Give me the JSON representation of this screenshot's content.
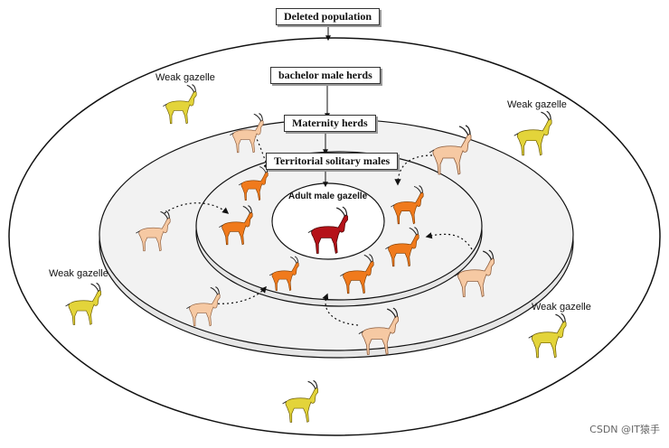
{
  "labels": {
    "deleted": "Deleted population",
    "bachelor": "bachelor male herds",
    "maternity": "Maternity herds",
    "territorial": "Territorial solitary males",
    "adult": "Adult male gazelle",
    "weak": "Weak gazelle"
  },
  "watermark": "CSDN @IT猿手",
  "colors": {
    "weak": "#e3d43a",
    "bachelor": "#f6c9a3",
    "territorial": "#f07a1c",
    "adult": "#b51219",
    "ring_fill": "#f2f2f2",
    "stroke": "#111111"
  },
  "icons": {
    "gazelle": "gazelle-icon"
  }
}
